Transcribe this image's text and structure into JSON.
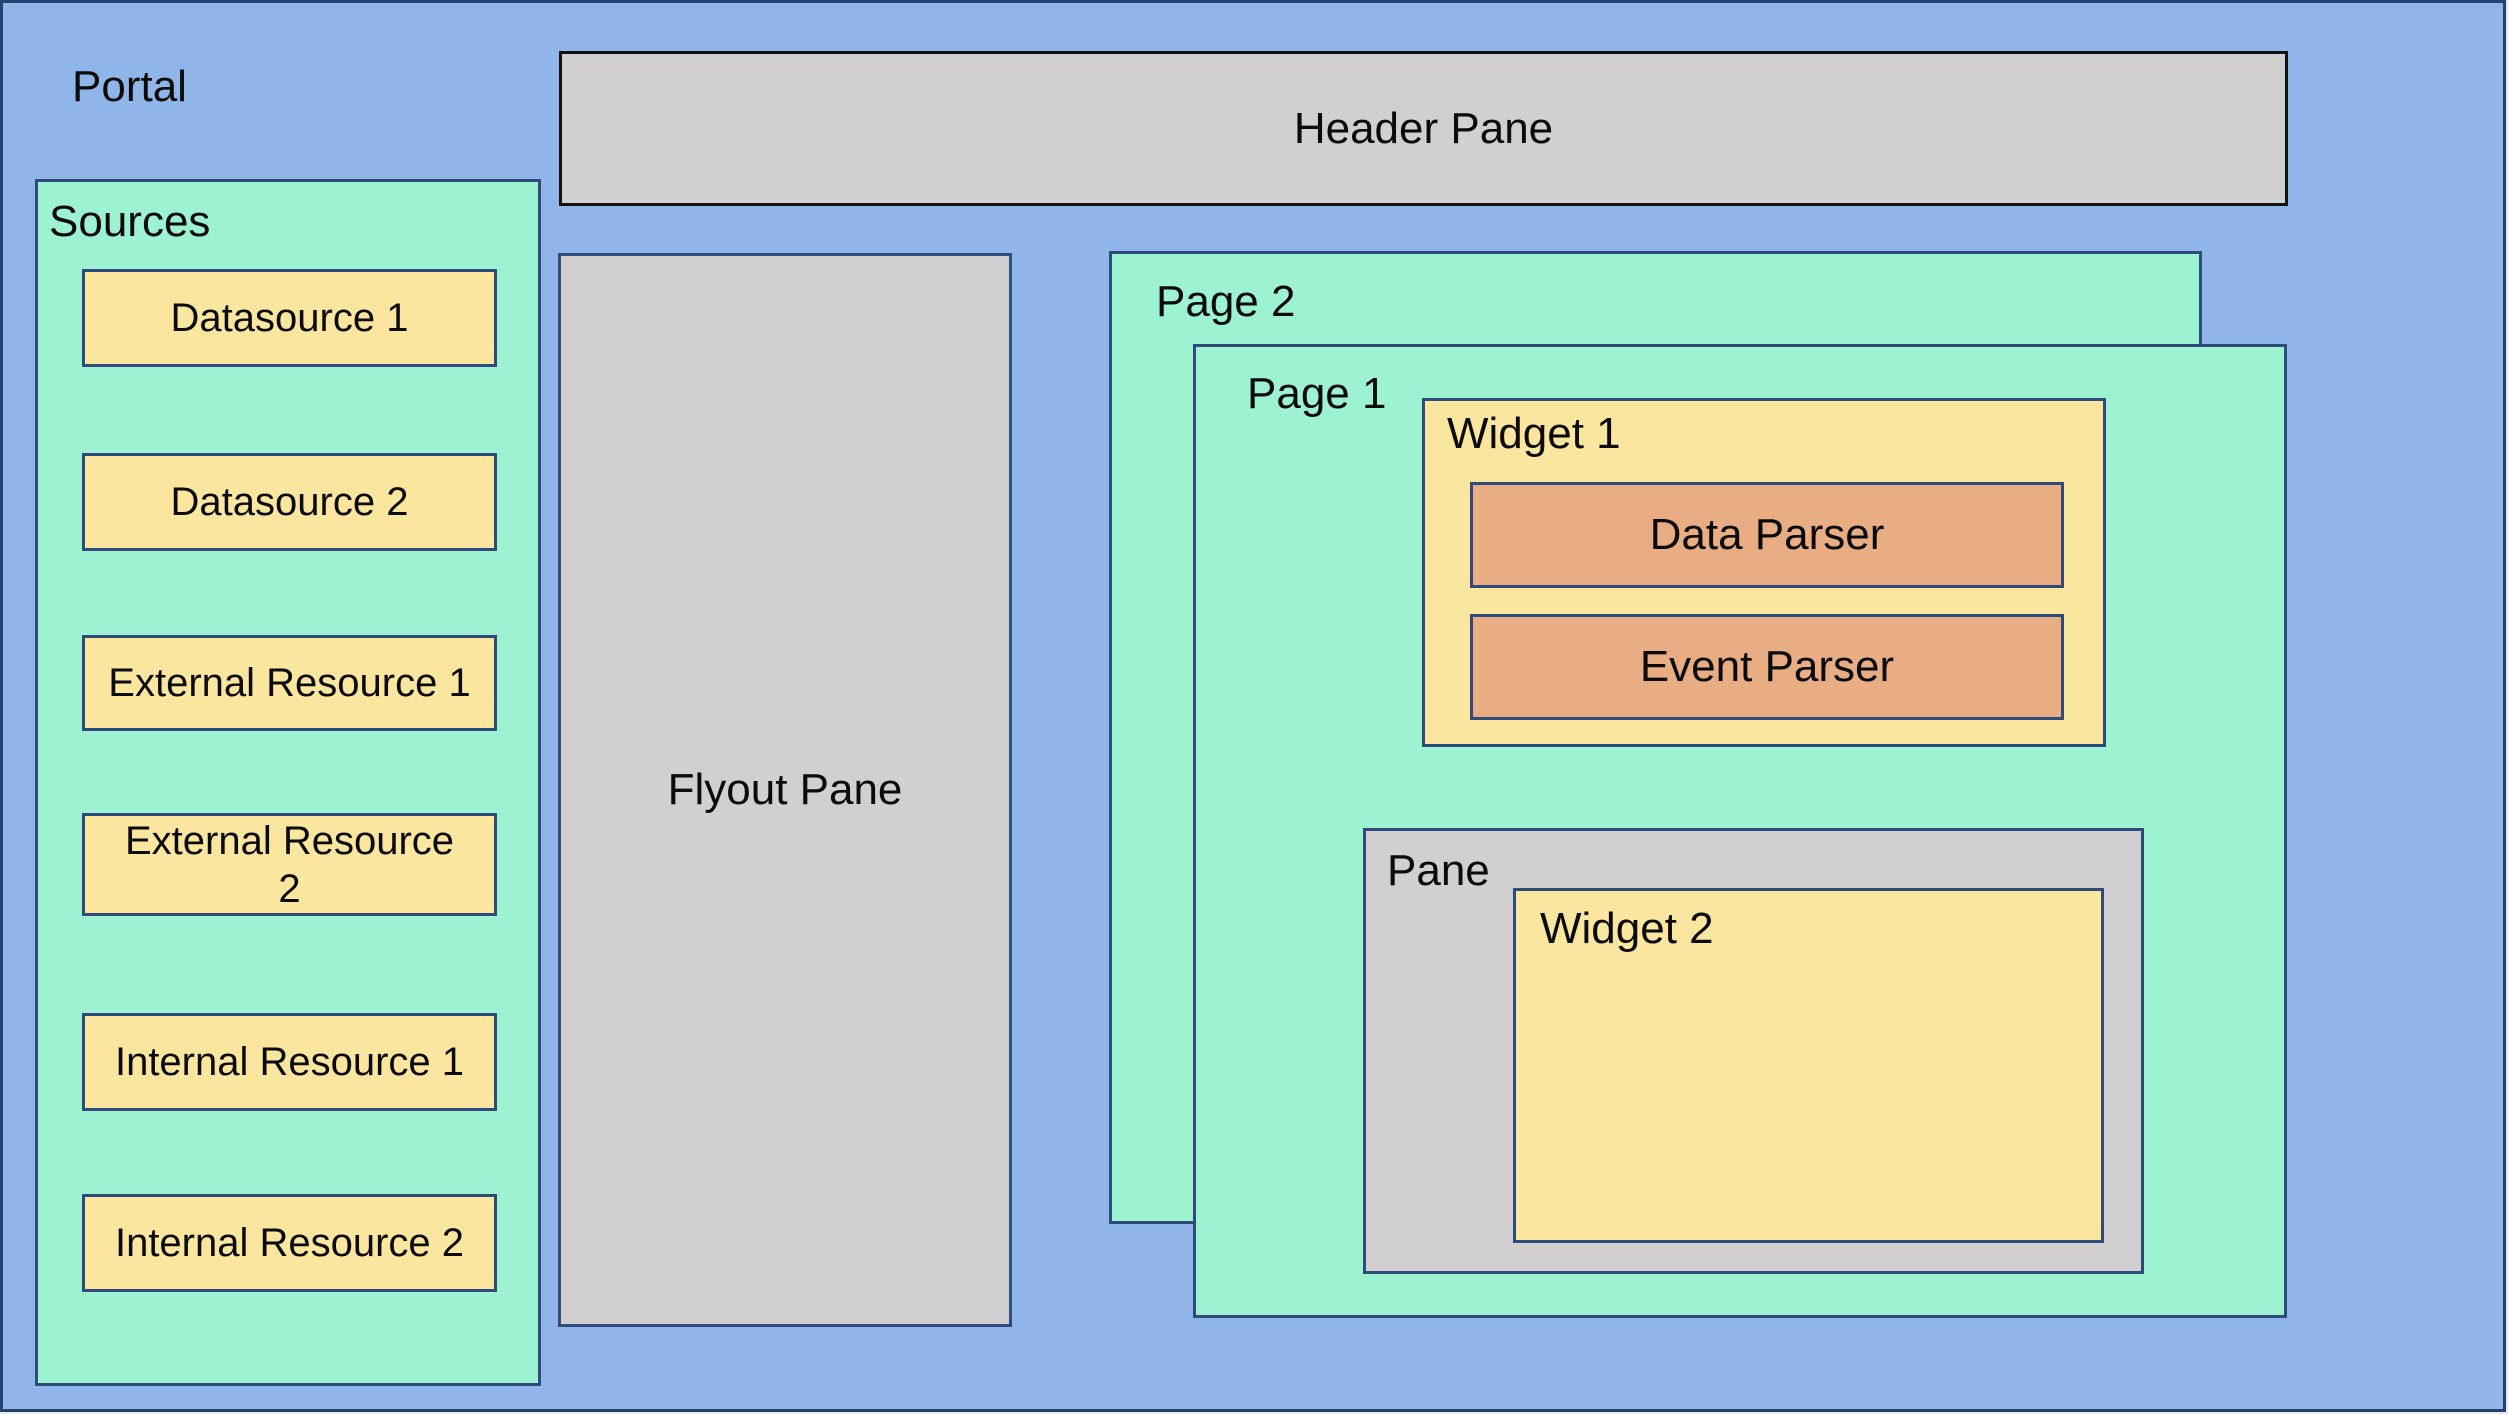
{
  "diagram": {
    "portal": {
      "label": "Portal"
    },
    "sources": {
      "label": "Sources",
      "items": [
        {
          "label": "Datasource 1"
        },
        {
          "label": "Datasource 2"
        },
        {
          "label": "External Resource 1"
        },
        {
          "label": "External Resource\n2"
        },
        {
          "label": "Internal Resource 1"
        },
        {
          "label": "Internal Resource 2"
        }
      ]
    },
    "header_pane": {
      "label": "Header Pane"
    },
    "flyout_pane": {
      "label": "Flyout Pane"
    },
    "page2": {
      "label": "Page 2"
    },
    "page1": {
      "label": "Page 1",
      "widget1": {
        "label": "Widget 1",
        "data_parser": {
          "label": "Data Parser"
        },
        "event_parser": {
          "label": "Event Parser"
        }
      },
      "pane": {
        "label": "Pane",
        "widget2": {
          "label": "Widget 2"
        }
      }
    },
    "colors": {
      "portal_background": "#8FB5E9",
      "container_green": "#9CF2D1",
      "item_yellow": "#FBE6A0",
      "parser_orange": "#E9AD83",
      "pane_gray": "#D1CFCF",
      "border_navy": "#2E4B7C",
      "header_border": "#111111"
    }
  }
}
